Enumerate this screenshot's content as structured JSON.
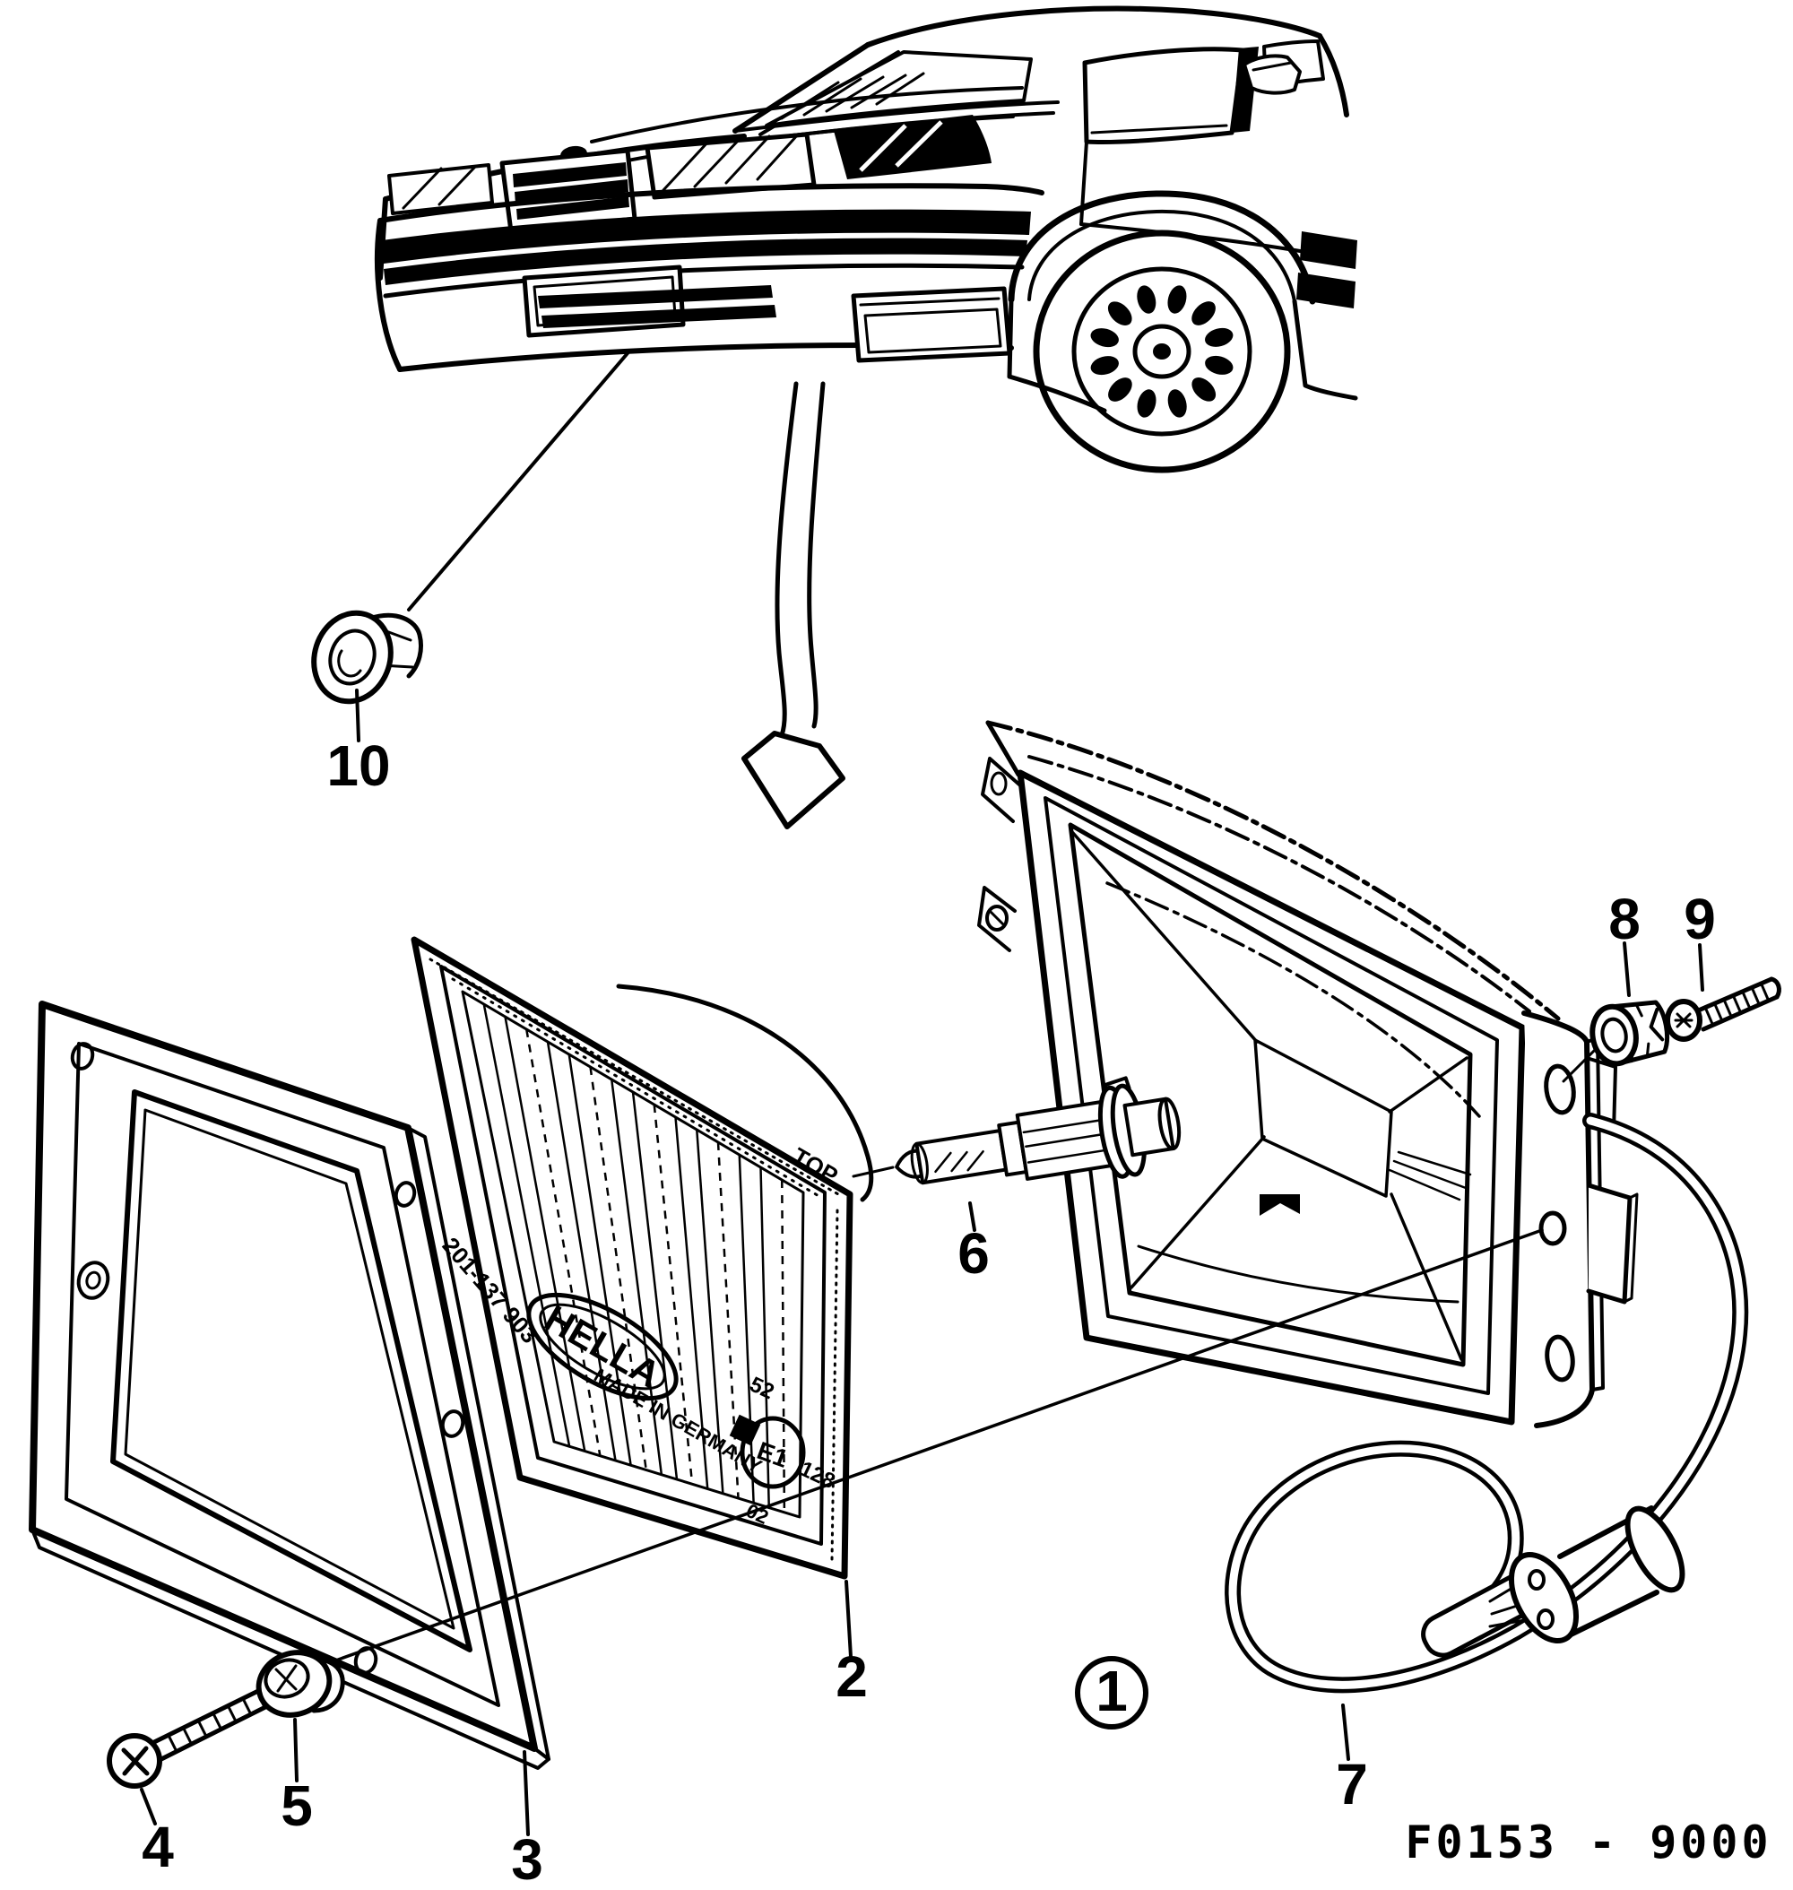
{
  "figure": {
    "drawing_code": "F0153 - 9000"
  },
  "callouts": {
    "c1": "1",
    "c2": "2",
    "c3": "3",
    "c4": "4",
    "c5": "5",
    "c6": "6",
    "c7": "7",
    "c8": "8",
    "c9": "9",
    "c10": "10"
  },
  "lens_markings": {
    "top": "TOP",
    "brand": "HELLA",
    "origin": "MADE IN GERMANY",
    "mold_code": "201-137 903",
    "e_mark": "E1",
    "mark_upper": "52",
    "mark_right": "128",
    "mark_lower": "02"
  },
  "colors": {
    "ink": "#000000",
    "paper": "#ffffff"
  }
}
